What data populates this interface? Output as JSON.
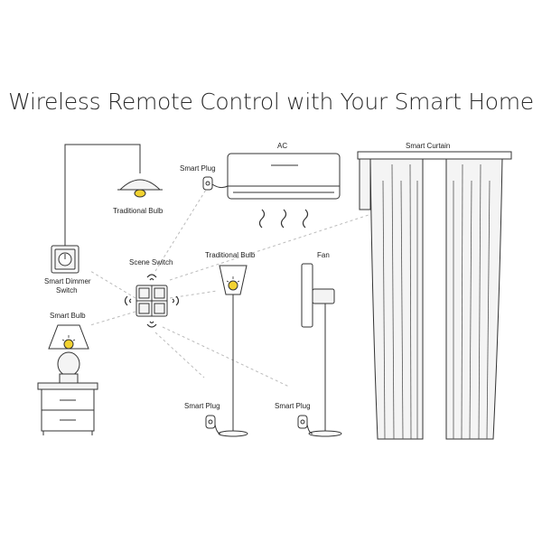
{
  "title": "Wireless Remote Control with Your Smart Home",
  "labels": {
    "ac": "AC",
    "smart_curtain": "Smart Curtain",
    "smart_plug_ac": "Smart Plug",
    "traditional_bulb_ceiling": "Traditional Bulb",
    "traditional_bulb_floor": "Traditional Bulb",
    "fan": "Fan",
    "scene_switch": "Scene Switch",
    "smart_dimmer_line1": "Smart Dimmer",
    "smart_dimmer_line2": "Switch",
    "smart_bulb": "Smart Bulb",
    "smart_plug_lamp": "Smart Plug",
    "smart_plug_fan": "Smart Plug"
  },
  "colors": {
    "line": "#333333",
    "dash": "#bbbbbb",
    "bulb_glow": "#f2d230",
    "fill_light": "#f4f4f4"
  }
}
